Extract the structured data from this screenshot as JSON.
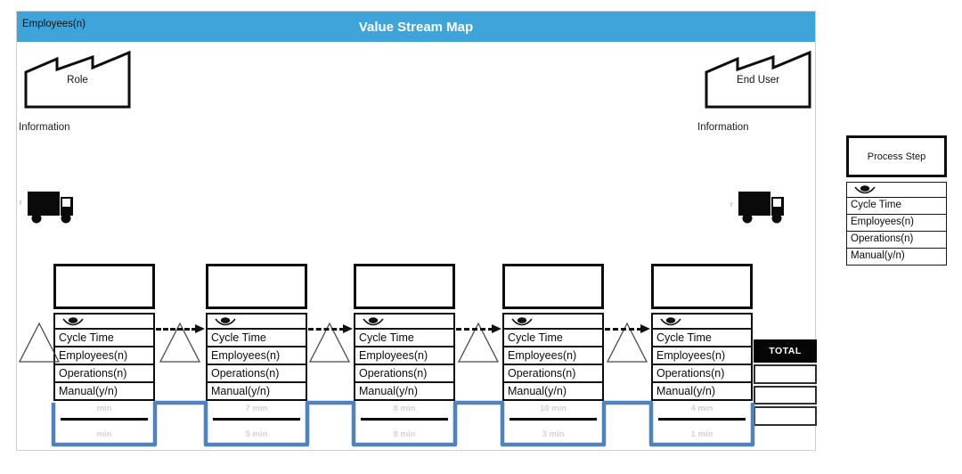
{
  "title_bar": {
    "left_label": "Employees(n)",
    "title": "Value Stream Map"
  },
  "sources": {
    "left": {
      "name": "Role",
      "info_label": "Information"
    },
    "right": {
      "name": "End User",
      "info_label": "Information"
    }
  },
  "truck_mark": "r",
  "process_rows": [
    "Cycle Time",
    "Employees(n)",
    "Operations(n)",
    "Manual(y/n)"
  ],
  "process_steps": [
    {
      "time_top": "min",
      "time_bottom": "min"
    },
    {
      "time_top": "7 min",
      "time_bottom": "5 min"
    },
    {
      "time_top": "8 min",
      "time_bottom": "8 min"
    },
    {
      "time_top": "10 min",
      "time_bottom": "3 min"
    },
    {
      "time_top": "4 min",
      "time_bottom": "1 min"
    }
  ],
  "total": {
    "label": "TOTAL",
    "cells": [
      "",
      "",
      ""
    ]
  },
  "legend": {
    "title": "Process Step",
    "rows": [
      "Cycle Time",
      "Employees(n)",
      "Operations(n)",
      "Manual(y/n)"
    ]
  },
  "colors": {
    "header_bg": "#3FA4D9",
    "timeline_blue": "#4F81BD",
    "faded_value": "#D2D2D2"
  }
}
